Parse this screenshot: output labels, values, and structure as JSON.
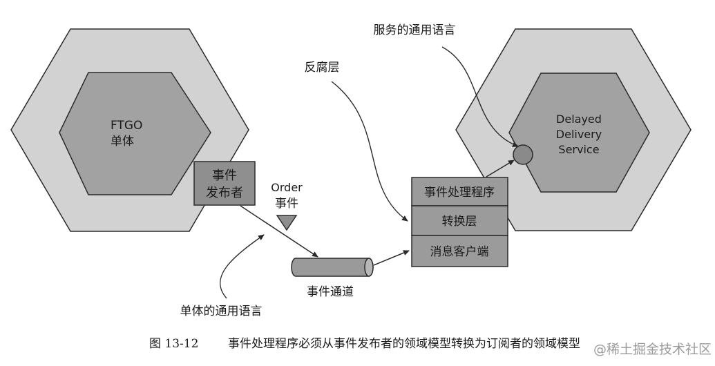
{
  "diagram": {
    "monolith": {
      "name_line1": "FTGO",
      "name_line2": "单体",
      "publisher_line1": "事件",
      "publisher_line2": "发布者"
    },
    "service": {
      "name_line1": "Delayed",
      "name_line2": "Delivery",
      "name_line3": "Service"
    },
    "event": {
      "line1": "Order",
      "line2": "事件"
    },
    "channel_label": "事件通道",
    "layers": [
      "事件处理程序",
      "转换层",
      "消息客户端"
    ],
    "annotations": {
      "service_language": "服务的通用语言",
      "anti_corruption": "反腐层",
      "monolith_language": "单体的通用语言"
    }
  },
  "caption": {
    "number": "图 13-12",
    "text": "事件处理程序必须从事件发布者的领域模型转换为订阅者的领域模型"
  },
  "watermark": "@稀土掘金技术社区",
  "colors": {
    "outer_hex": "#d2d2d2",
    "inner_hex": "#a2a2a2",
    "publisher_box": "#8f8f8f",
    "layer_box": "#9b9b9b",
    "port_circle": "#8a8a8a",
    "stroke": "#2a2a2a"
  },
  "icons": [
    "event-triangle-icon",
    "channel-cylinder-icon",
    "port-circle-icon"
  ]
}
